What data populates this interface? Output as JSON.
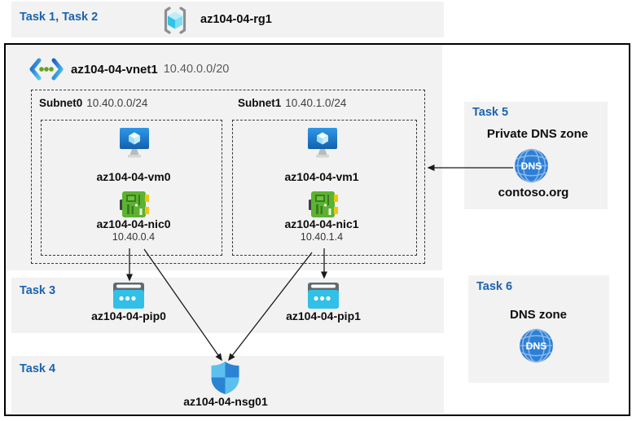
{
  "colors": {
    "task_heading_blue": "#1b63ad",
    "band_background": "#f2f2f2",
    "muted_text": "#595959",
    "arrow_black": "#1a1a1a",
    "pip_cyan": "#30c0e8",
    "nic_green": "#5cb232",
    "dns_blue": "#2d7fd6",
    "shield_light": "#5bc0ee",
    "shield_dark": "#2b83d4"
  },
  "icons": {
    "dns_icon_text": "DNS"
  },
  "header": {
    "tasks_label": "Task 1, Task 2",
    "resource_group": {
      "name": "az104-04-rg1",
      "icon": "resource-group-icon"
    }
  },
  "vnet": {
    "icon": "virtual-network-icon",
    "name": "az104-04-vnet1",
    "cidr": "10.40.0.0/20",
    "subnets": [
      {
        "name": "Subnet0",
        "cidr": "10.40.0.0/24",
        "vm": {
          "name": "az104-04-vm0",
          "icon": "virtual-machine-icon"
        },
        "nic": {
          "name": "az104-04-nic0",
          "ip": "10.40.0.4",
          "icon": "network-interface-icon"
        }
      },
      {
        "name": "Subnet1",
        "cidr": "10.40.1.0/24",
        "vm": {
          "name": "az104-04-vm1",
          "icon": "virtual-machine-icon"
        },
        "nic": {
          "name": "az104-04-nic1",
          "ip": "10.40.1.4",
          "icon": "network-interface-icon"
        }
      }
    ]
  },
  "task3": {
    "heading": "Task 3",
    "public_ips": [
      {
        "name": "az104-04-pip0",
        "icon": "public-ip-icon"
      },
      {
        "name": "az104-04-pip1",
        "icon": "public-ip-icon"
      }
    ]
  },
  "task4": {
    "heading": "Task 4",
    "nsg": {
      "name": "az104-04-nsg01",
      "icon": "nsg-shield-icon"
    }
  },
  "task5": {
    "heading": "Task 5",
    "title": "Private DNS zone",
    "zone_name": "contoso.org",
    "icon": "dns-zone-icon"
  },
  "task6": {
    "heading": "Task 6",
    "title": "DNS zone",
    "icon": "dns-zone-icon"
  },
  "connections": [
    {
      "from": "az104-04-nic0",
      "to": "az104-04-pip0",
      "style": "arrow-down"
    },
    {
      "from": "az104-04-nic1",
      "to": "az104-04-pip1",
      "style": "arrow-down"
    },
    {
      "from": "az104-04-nic0",
      "to": "az104-04-nsg01",
      "style": "arrow-diagonal"
    },
    {
      "from": "az104-04-nic1",
      "to": "az104-04-nsg01",
      "style": "arrow-diagonal"
    },
    {
      "from": "contoso.org private DNS zone",
      "to": "Subnet1",
      "style": "arrow-left"
    }
  ]
}
